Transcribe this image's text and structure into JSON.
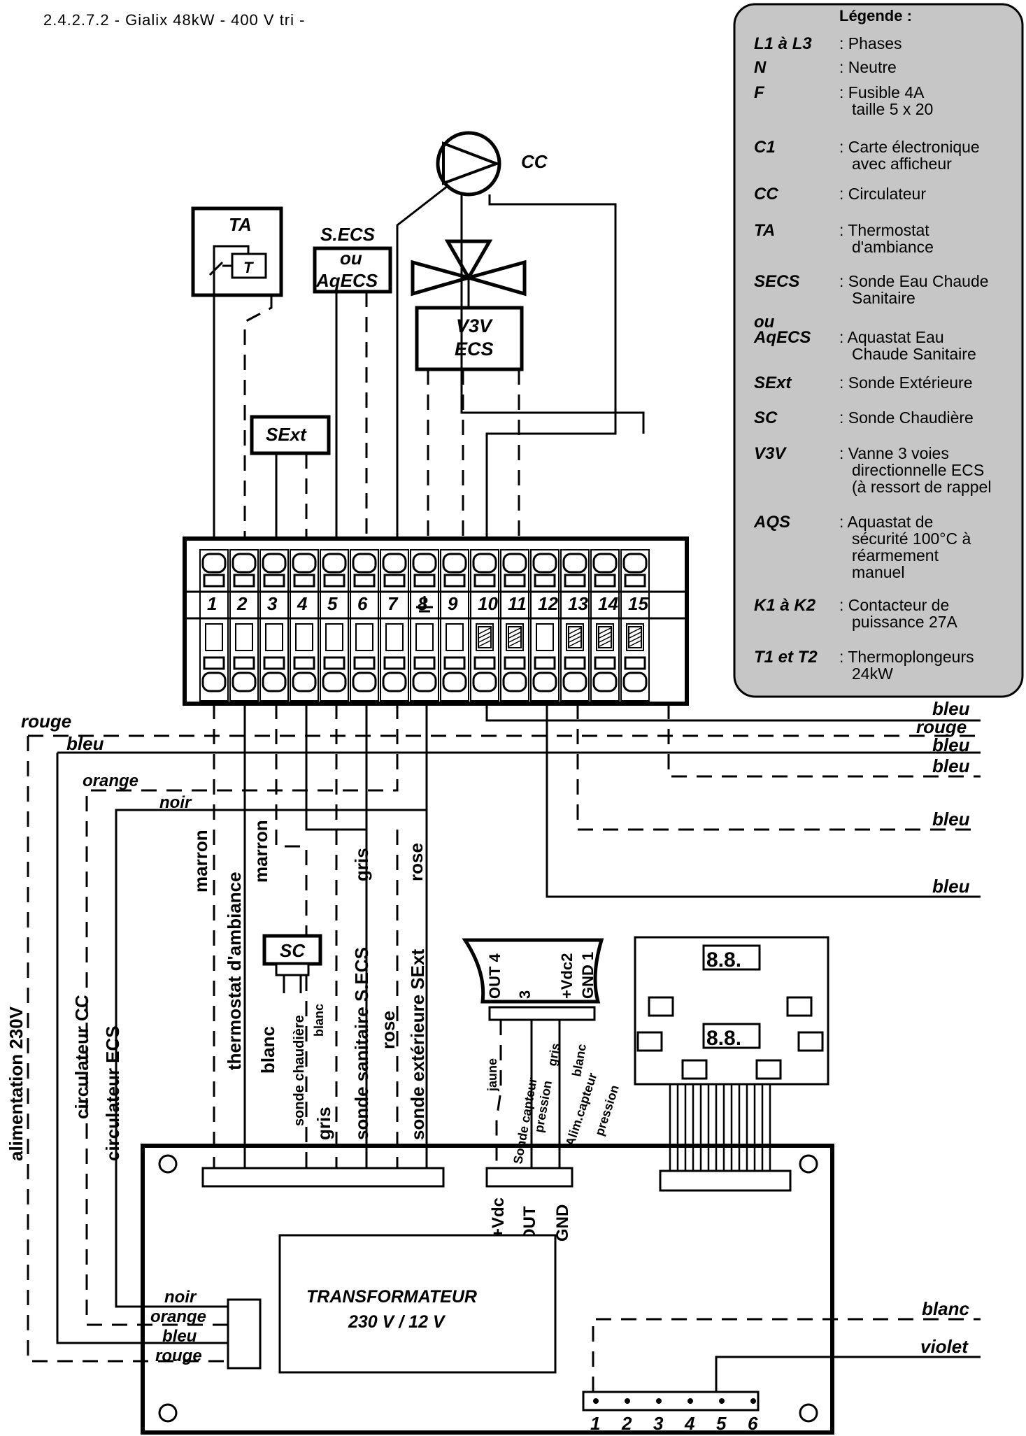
{
  "header": {
    "title": "2.4.2.7.2 - Gialix 48kW - 400 V tri -"
  },
  "legend": {
    "title": "Légende :",
    "items": [
      {
        "key": "L1 à L3",
        "desc": ": Phases"
      },
      {
        "key": "N",
        "desc": ": Neutre"
      },
      {
        "key": "F",
        "desc": ": Fusible 4A",
        "desc2": "taille 5 x 20"
      },
      {
        "key": "C1",
        "desc": ": Carte électronique",
        "desc2": "avec afficheur"
      },
      {
        "key": "CC",
        "desc": ": Circulateur"
      },
      {
        "key": "TA",
        "desc": ": Thermostat",
        "desc2": "d'ambiance"
      },
      {
        "key": "SECS",
        "desc": ": Sonde Eau Chaude",
        "desc2": "Sanitaire"
      },
      {
        "key": "ou",
        "key2": "AqECS",
        "desc": ": Aquastat Eau",
        "desc2": "Chaude Sanitaire"
      },
      {
        "key": "SExt",
        "desc": ": Sonde Extérieure"
      },
      {
        "key": "SC",
        "desc": ":  Sonde Chaudière"
      },
      {
        "key": "V3V",
        "desc": ": Vanne 3 voies",
        "desc2": "directionnelle ECS",
        "desc3": "(à ressort de rappel"
      },
      {
        "key": "AQS",
        "desc": ": Aquastat de",
        "desc2": "sécurité 100°C à",
        "desc3": "réarmement",
        "desc4": "manuel"
      },
      {
        "key": "K1 à K2",
        "desc": ": Contacteur de",
        "desc2": "puissance 27A"
      },
      {
        "key": "T1 et T2",
        "desc": ": Thermoplongeurs",
        "desc2": "24kW"
      }
    ]
  },
  "components": {
    "cc": "CC",
    "ta": "TA",
    "ta_inner": "T",
    "secs_1": "S.ECS",
    "secs_2": "ou",
    "secs_3": "AqECS",
    "v3v_1": "V3V",
    "v3v_2": "ECS",
    "sext": "SExt",
    "sc": "SC",
    "transformer_1": "TRANSFORMATEUR",
    "transformer_2": "230 V / 12 V",
    "display_left": "8.8.",
    "display_right": "8.8."
  },
  "terminal_numbers": [
    "1",
    "2",
    "3",
    "4",
    "5",
    "6",
    "7",
    "8",
    "9",
    "10",
    "11",
    "12",
    "13",
    "14",
    "15"
  ],
  "wire_colors_right": [
    "bleu",
    "rouge",
    "bleu",
    "bleu",
    "bleu",
    "bleu"
  ],
  "wire_colors_left": {
    "rouge": "rouge",
    "bleu": "bleu",
    "orange": "orange",
    "noir": "noir"
  },
  "vertical_labels": {
    "alimentation": "alimentation 230V",
    "circ_cc": "circulateur CC",
    "circ_ecs": "circulateur ECS",
    "marron1": "marron",
    "thermostat": "thermostat d'ambiance",
    "marron2": "marron",
    "blanc": "blanc",
    "sonde_chaudiere": "sonde chaudière",
    "blanc_small": "blanc",
    "gris1": "gris",
    "sonde_sanitaire": "sonde sanitaire S.ECS",
    "gris2": "gris",
    "rose1": "rose",
    "sonde_exterieure": "sonde extérieure SExt",
    "rose2": "rose"
  },
  "pressure_connector": {
    "labels": [
      "OUT 4",
      "3",
      "+Vdc2",
      "GND 1"
    ],
    "wires": [
      "jaune",
      "gris",
      "blanc"
    ],
    "sensor1": "Sonde capteur",
    "sensor1b": "pression",
    "sensor2": "Alim.capteur",
    "sensor2b": "pression",
    "pins": [
      "+Vdc",
      "OUT",
      "GND"
    ]
  },
  "left_block": [
    "noir",
    "orange",
    "bleu",
    "rouge"
  ],
  "bottom_right": {
    "blanc": "blanc",
    "violet": "violet",
    "pins": [
      "1",
      "2",
      "3",
      "4",
      "5",
      "6"
    ]
  }
}
